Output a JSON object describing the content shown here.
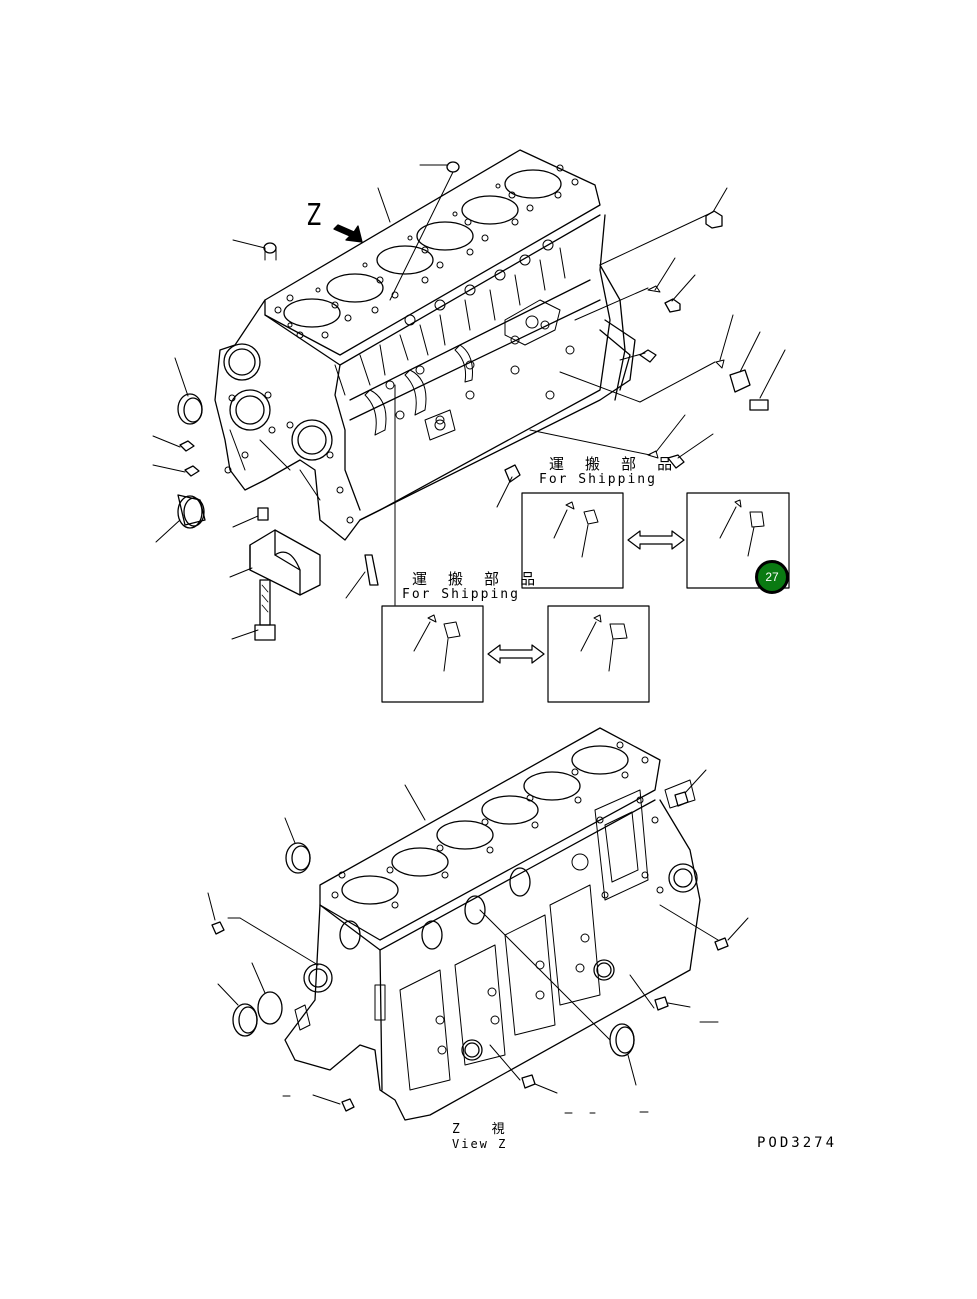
{
  "labels": {
    "view_marker": "Z",
    "shipping_box_a": {
      "jp": "運 搬 部 品",
      "en": "For Shipping"
    },
    "shipping_box_b": {
      "jp": "運 搬 部 品",
      "en": "For Shipping"
    },
    "view_caption_jp": "Z 視",
    "view_caption_en": "View Z",
    "figure_code": "POD3274"
  },
  "callout": {
    "number": "27",
    "color": "#0a7a12"
  }
}
